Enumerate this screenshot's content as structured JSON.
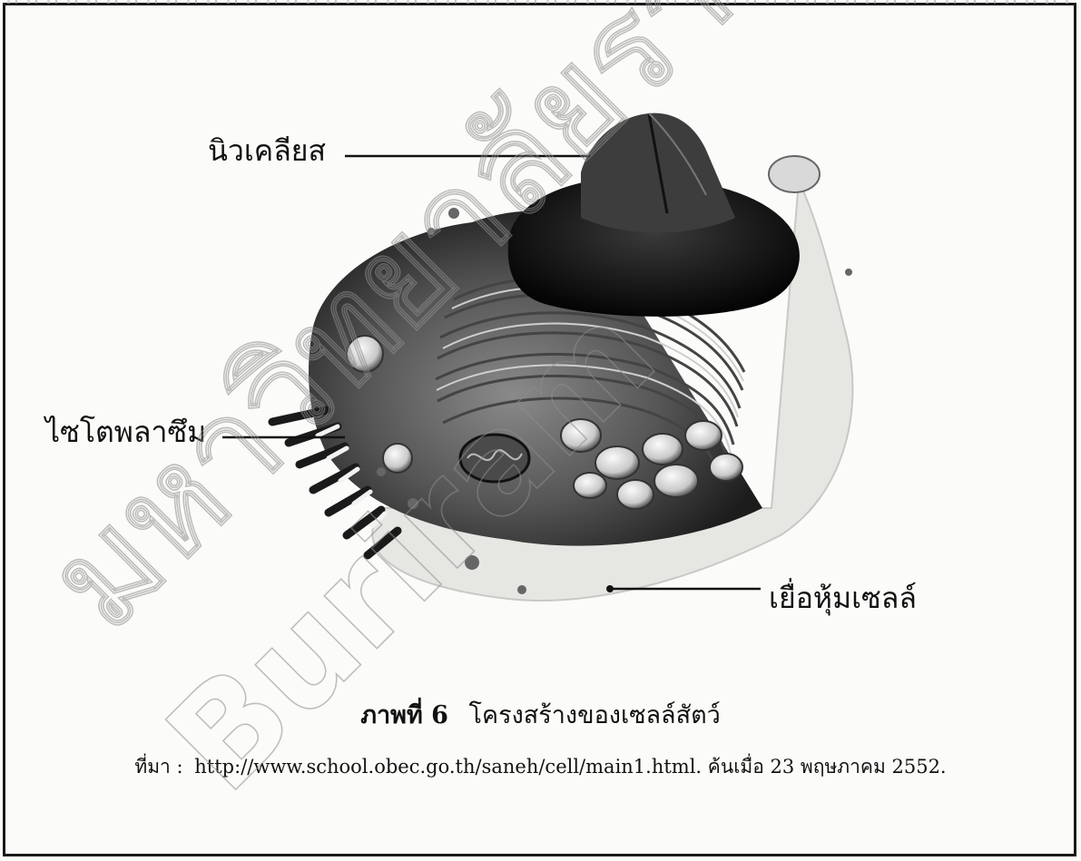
{
  "labels": {
    "nucleus": "นิวเคลียส",
    "cytoplasm": "ไซโตพลาซึม",
    "cell_membrane": "เยื่อหุ้มเซลล์"
  },
  "caption": {
    "figure_number": "ภาพที่ 6",
    "title": "โครงสร้างของเซลล์สัตว์"
  },
  "source": {
    "label": "ที่มา :",
    "text": "http://www.school.obec.go.th/saneh/cell/main1.html. ค้นเมื่อ 23 พฤษภาคม 2552."
  },
  "watermark": {
    "line1": "มหาวิทยาลัยราชภัฏ",
    "line2": "Buriram"
  },
  "colors": {
    "frame": "#1a1a1a",
    "ink": "#111111",
    "watermark_outline": "#8d8d8d"
  }
}
